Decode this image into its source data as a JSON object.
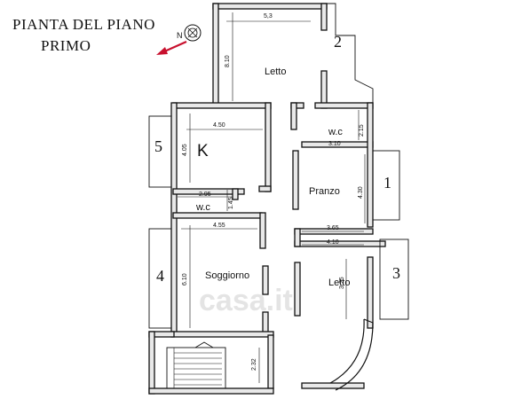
{
  "title": {
    "line1": "PIANTA  DEL PIANO",
    "line2": "PRIMO"
  },
  "compass": {
    "label": "N"
  },
  "rooms": {
    "letto_top": "Letto",
    "k": "K",
    "wc_right": "w.c",
    "pranzo": "Pranzo",
    "wc_left": "w.c",
    "soggiorno": "Soggiorno",
    "letto_bottom": "Letto"
  },
  "dimensions": {
    "top_width": "5,3",
    "top_height": "8.10",
    "k_width": "4.50",
    "k_height": "4.05",
    "wc_right_height": "2.15",
    "wc_right_width": "3.10",
    "pranzo_height": "4.30",
    "wc_left_width": "2.95",
    "wc_left_height": "1.45",
    "soggiorno_width": "4.55",
    "pranzo_width": "3.65",
    "letto_bottom_width": "4.10",
    "soggiorno_height": "6.10",
    "letto_bottom_height": "3.25",
    "stair_height": "2.32"
  },
  "balconies": {
    "b1": "1",
    "b2": "2",
    "b3": "3",
    "b4": "4",
    "b5": "5"
  },
  "watermark": "casa.it"
}
